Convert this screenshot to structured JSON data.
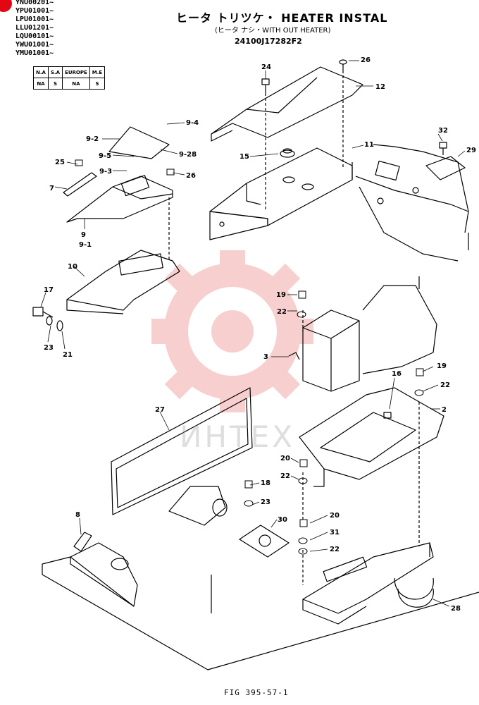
{
  "serials": [
    "YNU00201~",
    "YPU01001~",
    "LPU01001~",
    "LLU01201~",
    "LQU00101~",
    "YWU01001~",
    "YMU01001~"
  ],
  "title": "ヒータ トリツケ・ HEATER INSTAL",
  "subtitle": "(ヒータ ナシ・WITH OUT HEATER)",
  "part_number": "24100J17282F2",
  "market_table": {
    "headers": [
      "N.A",
      "S.A",
      "EUROPE",
      "M.E"
    ],
    "values": [
      "NA",
      "S",
      "NA",
      "S"
    ]
  },
  "figure": "FIG 395-57-1",
  "watermark": "ИНТЕХ",
  "callouts": [
    "26",
    "24",
    "12",
    "9-4",
    "9-2",
    "9-5",
    "9-28",
    "9-3",
    "26",
    "25",
    "7",
    "15",
    "11",
    "32",
    "29",
    "9",
    "9-1",
    "10",
    "17",
    "23",
    "21",
    "19",
    "22",
    "3",
    "16",
    "19",
    "22",
    "2",
    "27",
    "20",
    "22",
    "18",
    "23",
    "30",
    "8",
    "20",
    "31",
    "22",
    "28"
  ],
  "colors": {
    "watermark": "#f4a9a9",
    "line": "#000000"
  }
}
